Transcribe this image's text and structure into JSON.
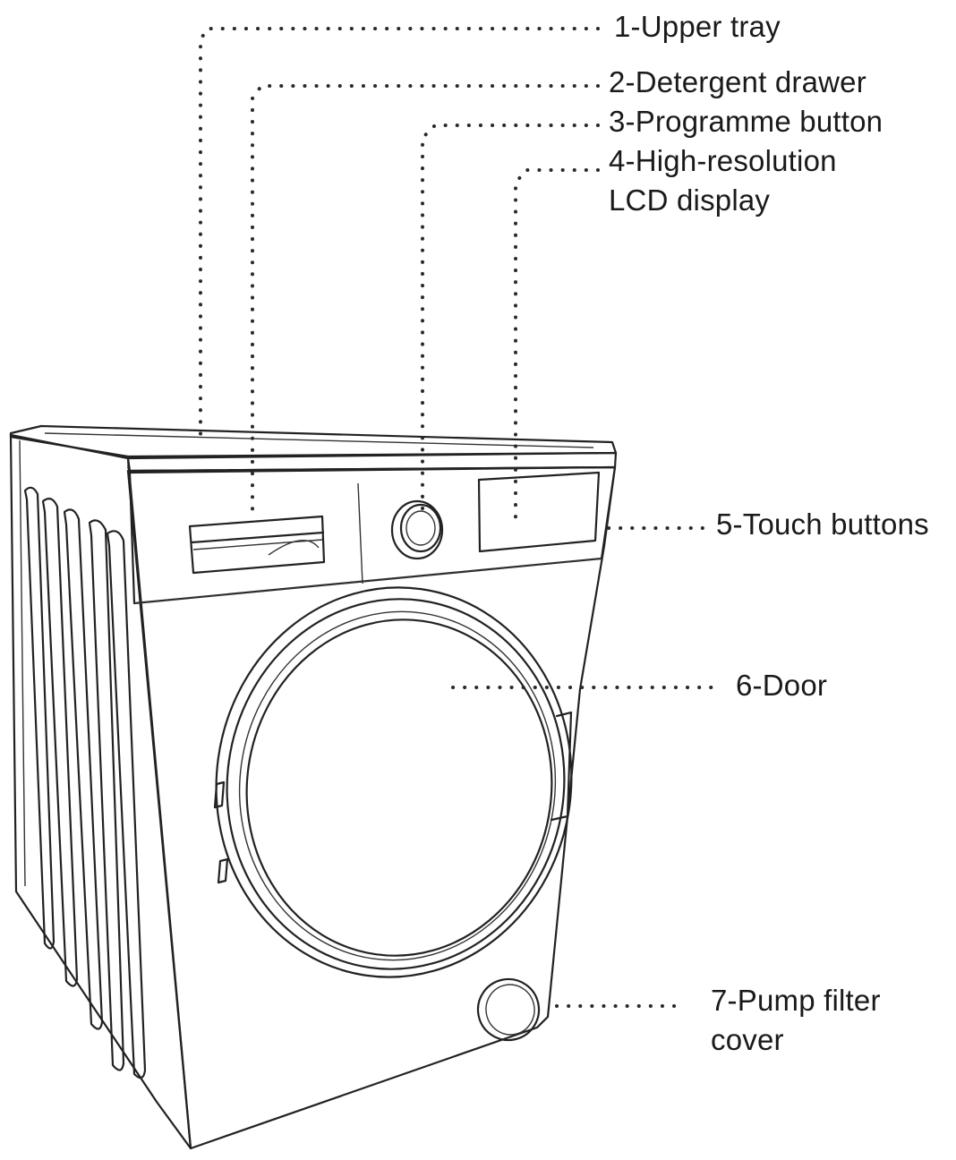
{
  "diagram": {
    "labels": [
      {
        "id": "upper-tray",
        "lines": [
          "1-Upper tray"
        ]
      },
      {
        "id": "detergent-drawer",
        "lines": [
          "2-Detergent drawer"
        ]
      },
      {
        "id": "programme-button",
        "lines": [
          "3-Programme button"
        ]
      },
      {
        "id": "lcd-display",
        "lines": [
          "4-High-resolution",
          "LCD display"
        ]
      },
      {
        "id": "touch-buttons",
        "lines": [
          "5-Touch buttons"
        ]
      },
      {
        "id": "door",
        "lines": [
          "6-Door"
        ]
      },
      {
        "id": "pump-filter-cover",
        "lines": [
          "7-Pump filter",
          "cover"
        ]
      }
    ]
  }
}
